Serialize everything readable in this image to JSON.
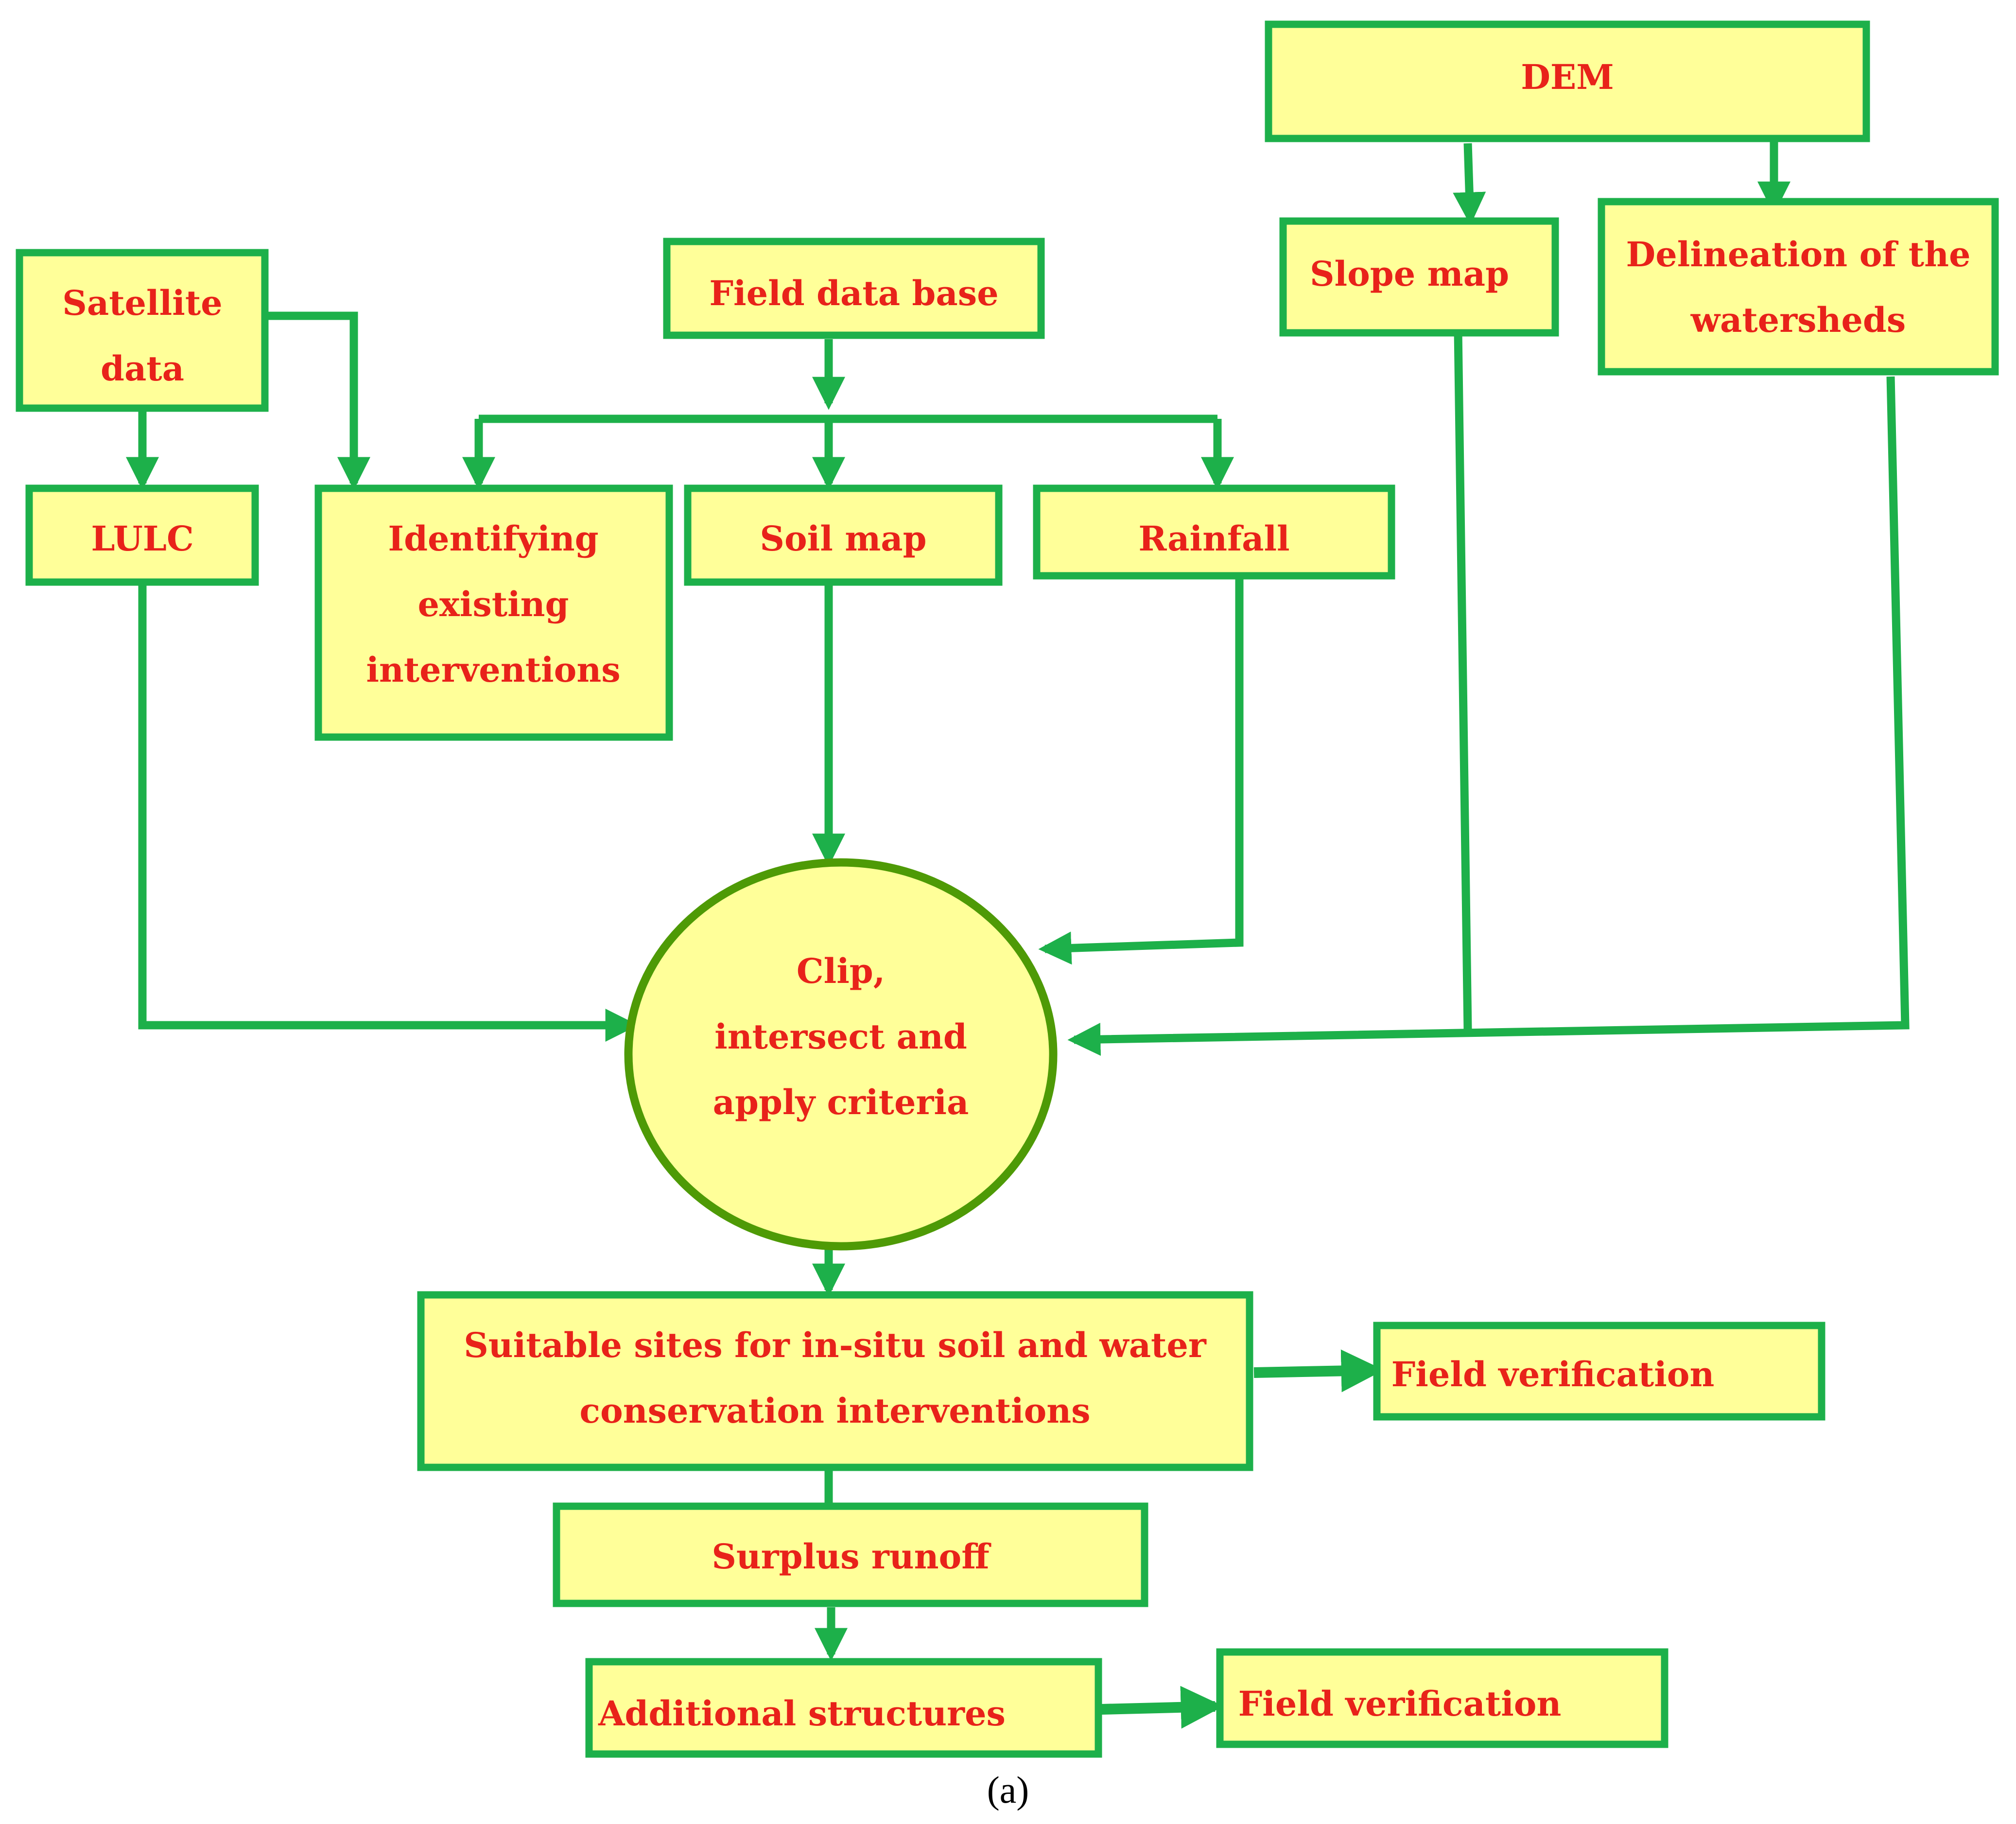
{
  "colors": {
    "box_fill": "#ffff99",
    "box_stroke": "#1db04a",
    "ellipse_fill": "#ffff99",
    "ellipse_stroke": "#4e9a06",
    "text": "#e8221a",
    "arrow": "#1db04a"
  },
  "nodes": {
    "dem": [
      "DEM"
    ],
    "slope_map": [
      "Slope map"
    ],
    "delineation": [
      "Delineation of the",
      "watersheds"
    ],
    "satellite": [
      "Satellite",
      "data"
    ],
    "field_db": [
      "Field data base"
    ],
    "lulc": [
      "LULC"
    ],
    "identifying": [
      "Identifying",
      "existing",
      "interventions"
    ],
    "soil_map": [
      "Soil map"
    ],
    "rainfall": [
      "Rainfall"
    ],
    "clip": [
      "Clip,",
      "intersect and",
      "apply criteria"
    ],
    "suitable": [
      "Suitable sites for in-situ soil and water",
      "conservation interventions"
    ],
    "field_verif_1": [
      "Field verification"
    ],
    "surplus": [
      "Surplus runoff"
    ],
    "additional": [
      "Additional structures"
    ],
    "field_verif_2": [
      "Field verification"
    ]
  },
  "caption": "(a)"
}
